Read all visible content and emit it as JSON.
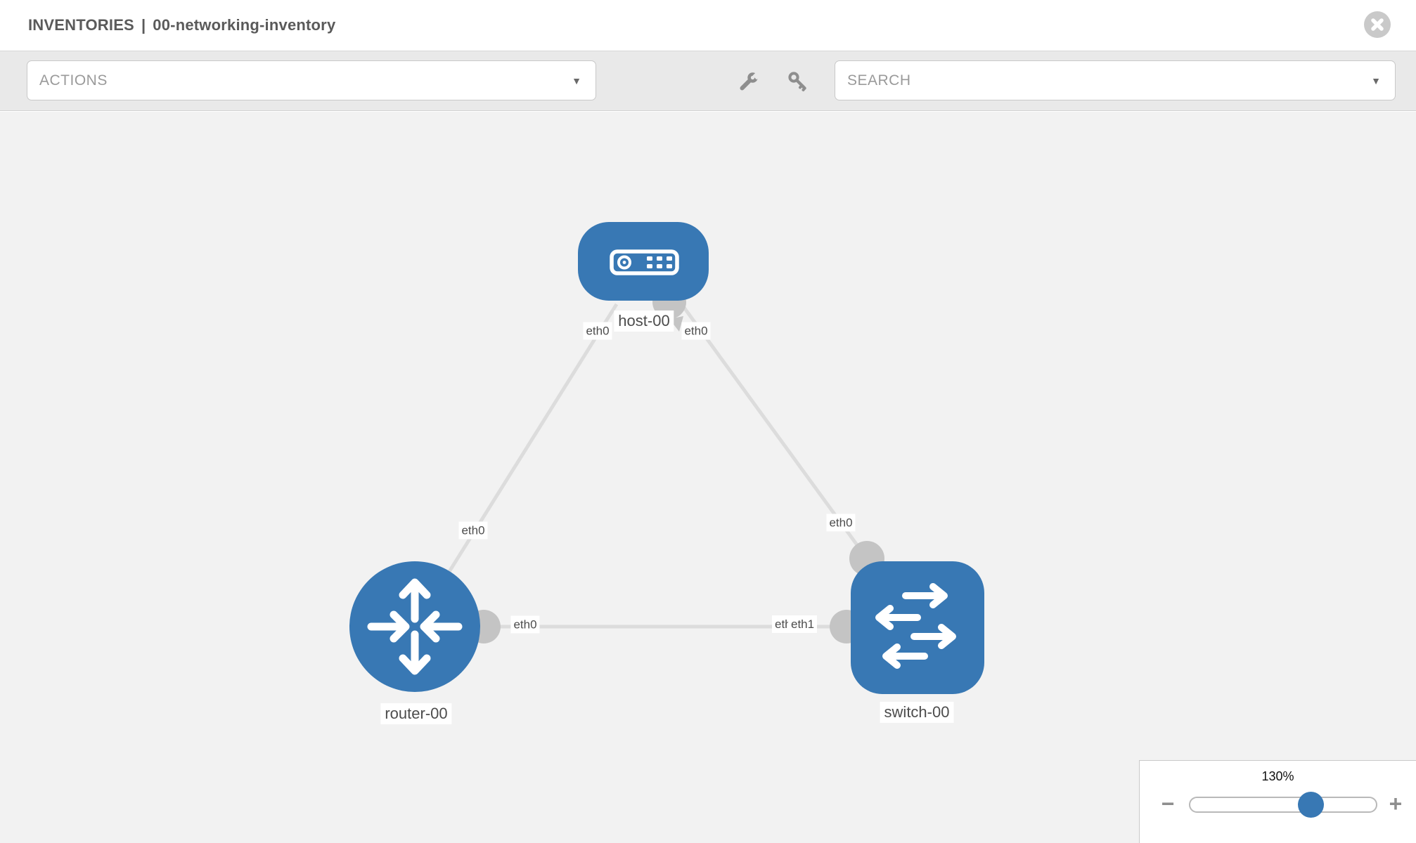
{
  "header": {
    "section": "INVENTORIES",
    "separator": "|",
    "inventory_name": "00-networking-inventory"
  },
  "toolbar": {
    "actions_placeholder": "ACTIONS",
    "search_placeholder": "SEARCH",
    "caret_glyph": "▼",
    "icons": [
      "wrench-icon",
      "key-icon"
    ]
  },
  "diagram": {
    "nodes": [
      {
        "id": "host-00",
        "type": "host",
        "label": "host-00"
      },
      {
        "id": "router-00",
        "type": "router",
        "label": "router-00"
      },
      {
        "id": "switch-00",
        "type": "switch",
        "label": "switch-00"
      }
    ],
    "links": [
      {
        "source": "host-00",
        "target": "router-00",
        "source_iface": "eth0",
        "target_iface": "eth0"
      },
      {
        "source": "host-00",
        "target": "switch-00",
        "source_iface": "eth0",
        "target_iface": "eth0"
      },
      {
        "source": "router-00",
        "target": "switch-00",
        "source_iface": "eth0",
        "target_iface": "eth1",
        "overlapped_iface": "eth0"
      }
    ]
  },
  "zoom_control": {
    "level": "130%",
    "minus_glyph": "−",
    "plus_glyph": "+"
  },
  "colors": {
    "node_blue": "#3878b4",
    "link_gray": "#dcdcdc",
    "endpoint_gray": "#c4c4c4",
    "canvas_bg": "#f2f2f2",
    "toolbar_bg": "#e9e9e9"
  }
}
